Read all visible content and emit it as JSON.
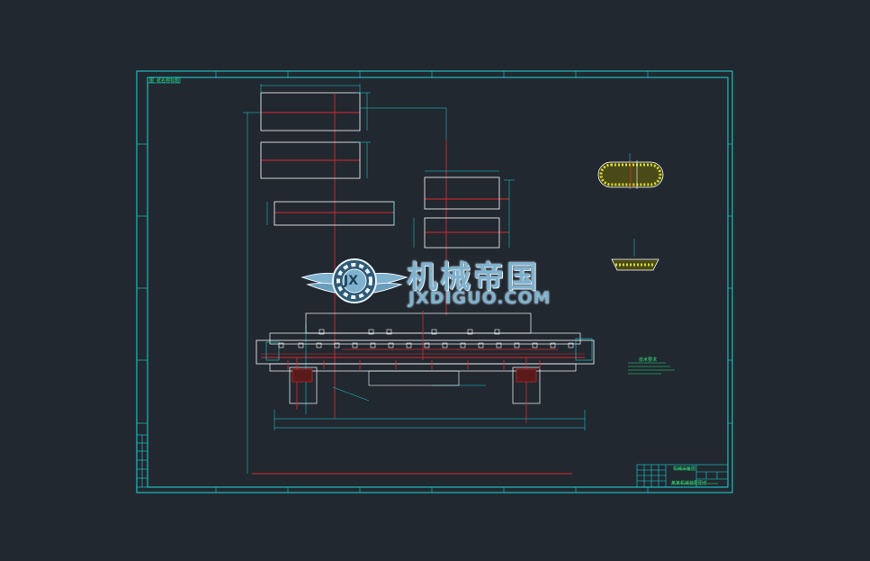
{
  "drawing": {
    "corner_label": "图  纸名称标题",
    "notes_heading": "技术要求",
    "title_block_name": "机械设备图",
    "title_block_sub": "某某机械装配图纸"
  },
  "watermark": {
    "logo_letters": "JX",
    "brand_cn": "机械帝国",
    "brand_en": "JXDIGUO.COM"
  },
  "colors": {
    "background": "#212830",
    "frame": "#1ad7d7",
    "center_line": "#e0262b",
    "hatch": "#d7dc2b",
    "text": "#31e07a",
    "parts": "#ffffff",
    "watermark": "#7fb2cf"
  }
}
